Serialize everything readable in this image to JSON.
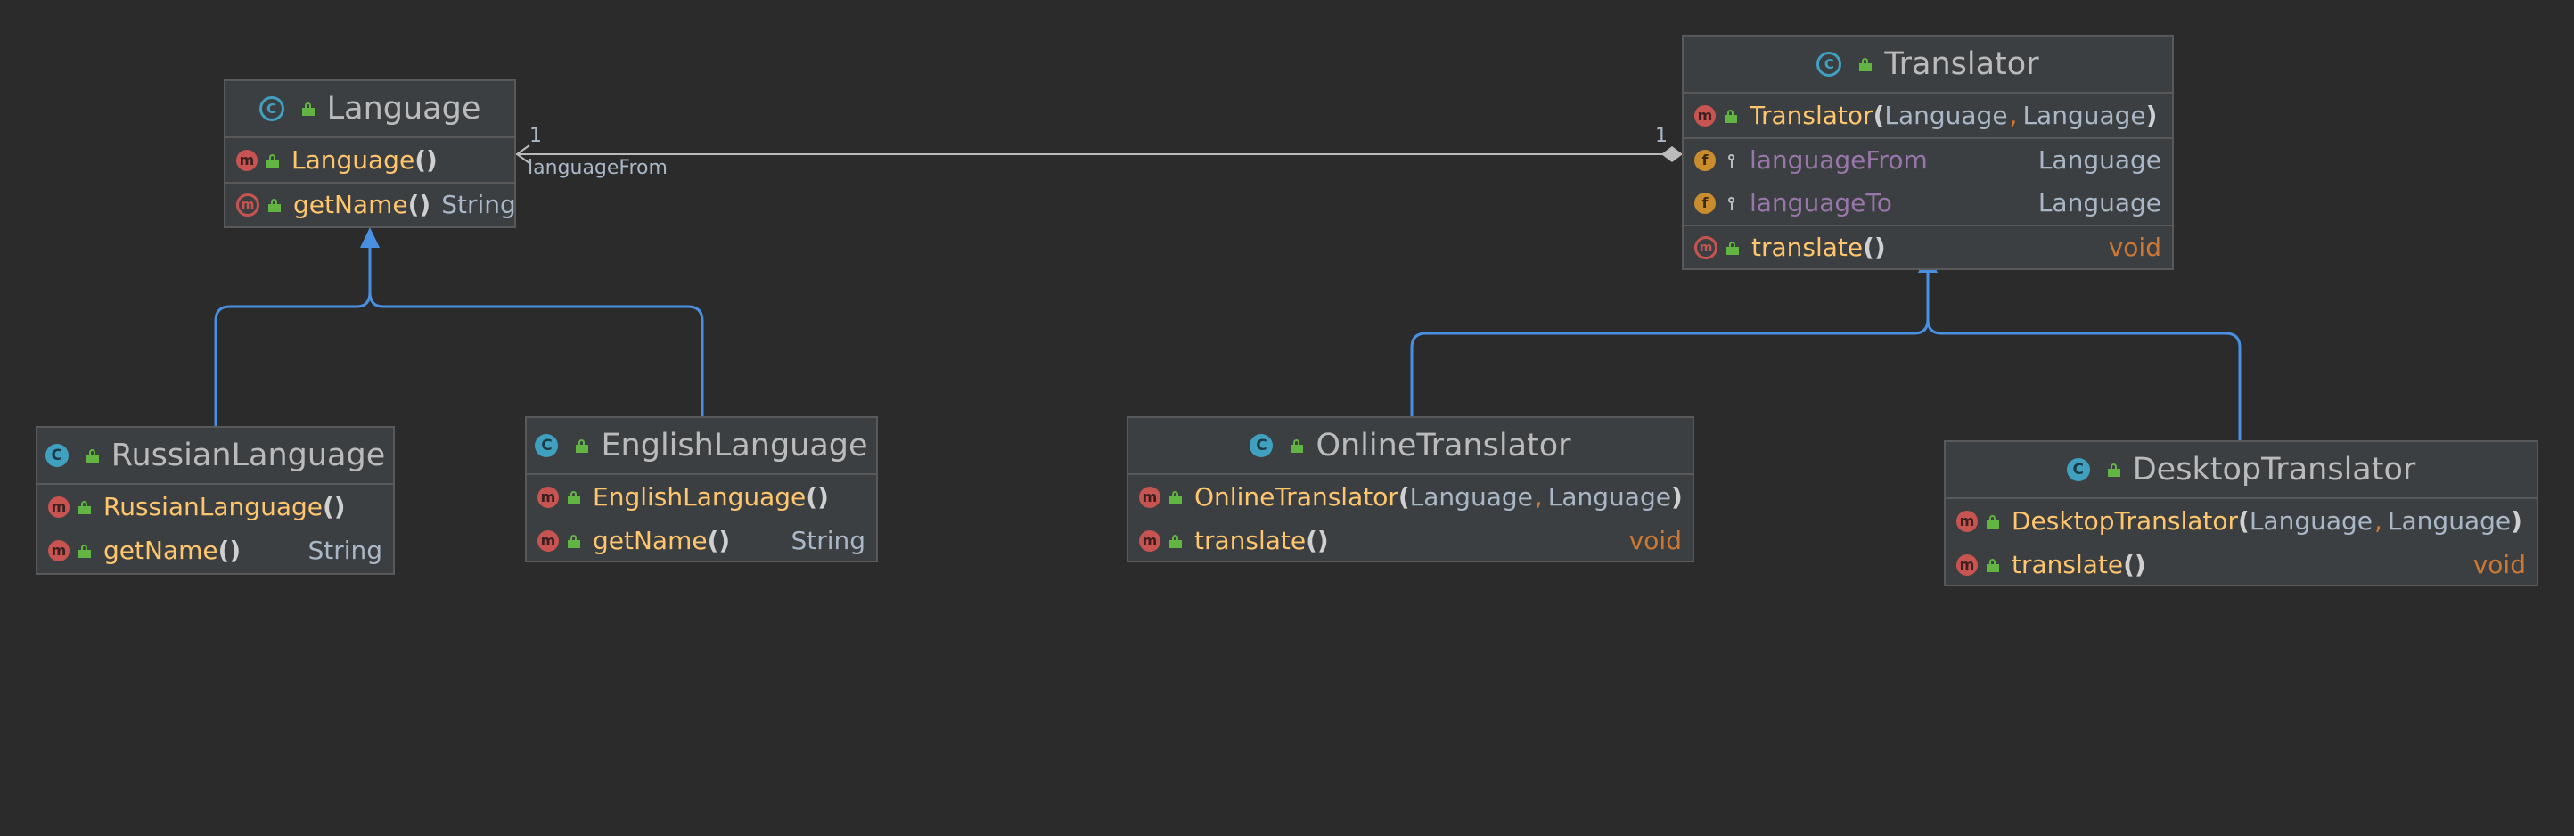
{
  "classes": {
    "language": {
      "name": "Language",
      "kind_icon": "C",
      "ctor": "Language",
      "methods": [
        {
          "name": "getName",
          "return": "String"
        }
      ]
    },
    "translator": {
      "name": "Translator",
      "kind_icon": "C",
      "ctor": "Translator",
      "ctor_params": [
        "Language",
        "Language"
      ],
      "fields": [
        {
          "name": "languageFrom",
          "type": "Language"
        },
        {
          "name": "languageTo",
          "type": "Language"
        }
      ],
      "methods": [
        {
          "name": "translate",
          "return": "void"
        }
      ]
    },
    "russian": {
      "name": "RussianLanguage",
      "kind_icon": "C",
      "ctor": "RussianLanguage",
      "methods": [
        {
          "name": "getName",
          "return": "String"
        }
      ]
    },
    "english": {
      "name": "EnglishLanguage",
      "kind_icon": "C",
      "ctor": "EnglishLanguage",
      "methods": [
        {
          "name": "getName",
          "return": "String"
        }
      ]
    },
    "online": {
      "name": "OnlineTranslator",
      "kind_icon": "C",
      "ctor": "OnlineTranslator",
      "ctor_params": [
        "Language",
        "Language"
      ],
      "methods": [
        {
          "name": "translate",
          "return": "void"
        }
      ]
    },
    "desktop": {
      "name": "DesktopTranslator",
      "kind_icon": "C",
      "ctor": "DesktopTranslator",
      "ctor_params": [
        "Language",
        "Language"
      ],
      "methods": [
        {
          "name": "translate",
          "return": "void"
        }
      ]
    }
  },
  "icons": {
    "method": "m",
    "field": "f"
  },
  "association": {
    "label": "languageFrom",
    "source_multiplicity": "1",
    "target_multiplicity": "1"
  },
  "colors": {
    "background": "#2b2b2b",
    "box": "#3c3f41",
    "inheritance_line": "#4a90e2",
    "association_line": "#bbbbbb",
    "method_name": "#ffc66d",
    "field_name": "#9876aa",
    "keyword": "#cc7832"
  }
}
